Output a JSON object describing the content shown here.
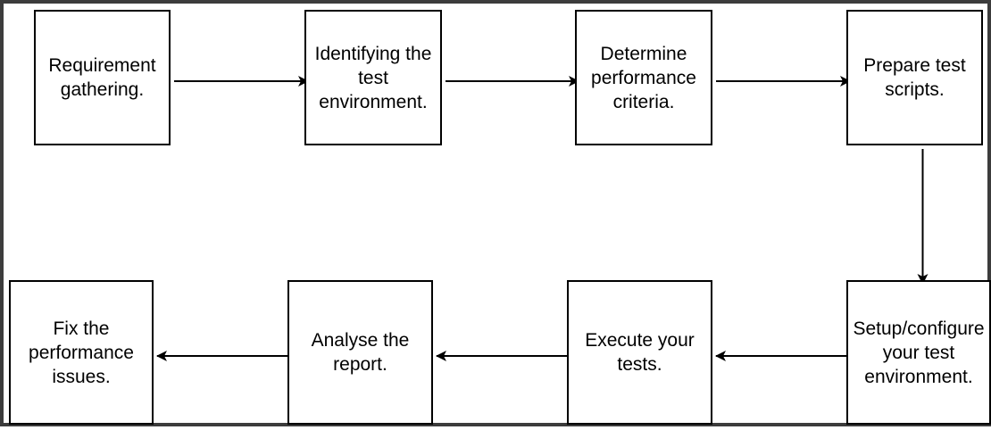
{
  "diagram": {
    "steps": [
      {
        "id": "n1",
        "label": "Requirement\ngathering."
      },
      {
        "id": "n2",
        "label": "Identifying the\ntest\nenvironment."
      },
      {
        "id": "n3",
        "label": "Determine\nperformance\ncriteria."
      },
      {
        "id": "n4",
        "label": "Prepare test\nscripts."
      },
      {
        "id": "n5",
        "label": "Setup/configure\nyour test\nenvironment."
      },
      {
        "id": "n6",
        "label": "Execute your\ntests."
      },
      {
        "id": "n7",
        "label": "Analyse the\nreport."
      },
      {
        "id": "n8",
        "label": "Fix the\nperformance\nissues."
      }
    ],
    "edges": [
      {
        "from": "n1",
        "to": "n2"
      },
      {
        "from": "n2",
        "to": "n3"
      },
      {
        "from": "n3",
        "to": "n4"
      },
      {
        "from": "n4",
        "to": "n5"
      },
      {
        "from": "n5",
        "to": "n6"
      },
      {
        "from": "n6",
        "to": "n7"
      },
      {
        "from": "n7",
        "to": "n8"
      }
    ],
    "colors": {
      "border": "#000000",
      "arrow": "#000000",
      "frame": "#3c3c3c",
      "background": "#ffffff"
    }
  }
}
